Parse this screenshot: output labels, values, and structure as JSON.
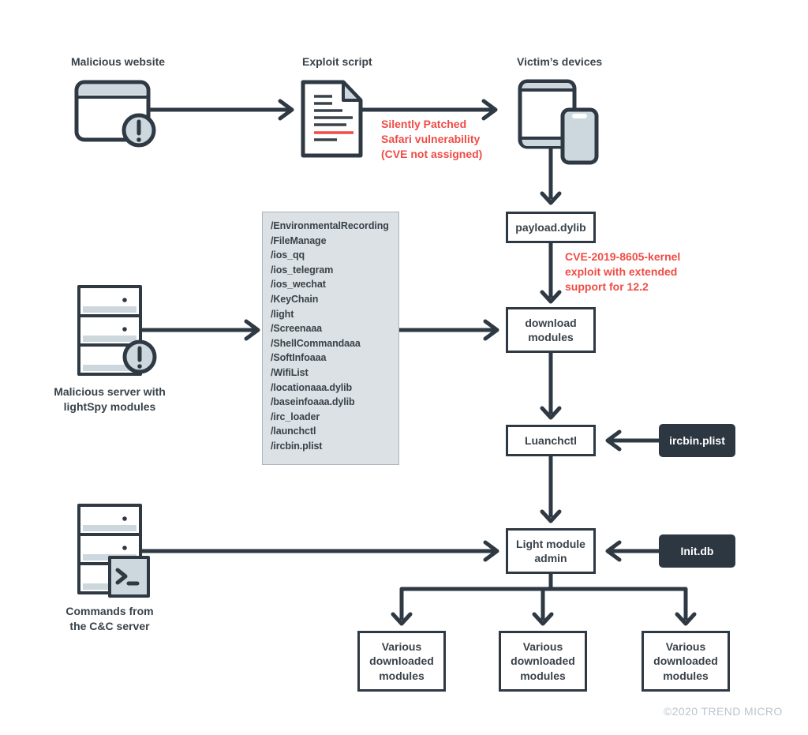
{
  "colors": {
    "outline_dark": "#2e3944",
    "text_dark": "#39424a",
    "icon_light_fill": "#ccd8dd",
    "list_fill": "#dbe1e4",
    "accent_red": "#ef4c45",
    "dark_box_bg": "#2d3741",
    "footer_gray": "#b9c5ce"
  },
  "icons": {
    "malicious_website": "browser-warning-icon",
    "exploit_script": "document-icon",
    "victims_devices": "tablet-phone-icon",
    "malicious_server": "server-warning-icon",
    "cnc_server": "server-terminal-icon"
  },
  "labels": {
    "malicious_website": "Malicious website",
    "exploit_script": "Exploit script",
    "victims_devices": "Victim’s devices",
    "malicious_server": "Malicious server with\nlightSpy modules",
    "cnc_server": "Commands from\nthe C&C server"
  },
  "annotations": {
    "safari_vulnerability": "Silently Patched\nSafari vulnerability\n(CVE not assigned)",
    "kernel_exploit": "CVE-2019-8605-kernel\nexploit with extended\nsupport for 12.2"
  },
  "nodes": {
    "payload": "payload.dylib",
    "download_modules": "download\nmodules",
    "luanchctl": "Luanchctl",
    "ircbin_plist": "ircbin.plist",
    "light_module_admin": "Light module\nadmin",
    "init_db": "Init.db",
    "various_modules_1": "Various\ndownloaded\nmodules",
    "various_modules_2": "Various\ndownloaded\nmodules",
    "various_modules_3": "Various\ndownloaded\nmodules"
  },
  "module_list": [
    "/EnvironmentalRecording",
    "/FileManage",
    "/ios_qq",
    "/ios_telegram",
    "/ios_wechat",
    "/KeyChain",
    "/light",
    "/Screenaaa",
    "/ShellCommandaaa",
    "/SoftInfoaaa",
    "/WifiList",
    "/locationaaa.dylib",
    "/baseinfoaaa.dylib",
    "/irc_loader",
    "/launchctl",
    "/ircbin.plist"
  ],
  "footer": {
    "copyright": "©2020 TREND MICRO"
  }
}
